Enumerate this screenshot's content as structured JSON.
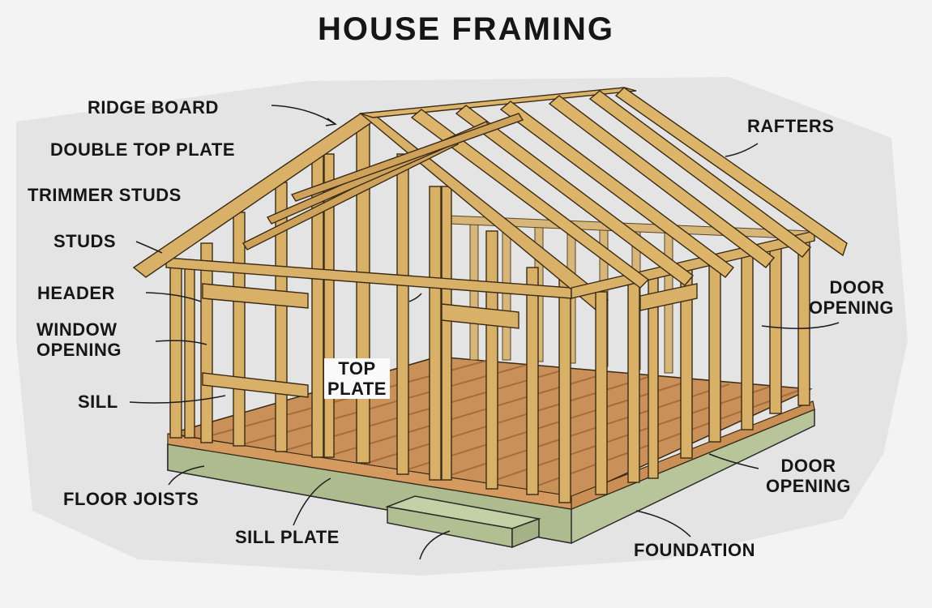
{
  "title": "HOUSE FRAMING",
  "colors": {
    "background": "#f3f3f3",
    "backdrop": "#e4e4e4",
    "lumber": "#d9b067",
    "lumber_dark": "#b98a42",
    "floor_deck": "#c9905a",
    "foundation": "#b8c59a",
    "outline": "#3a2a14",
    "text": "#161616"
  },
  "labels": {
    "ridge_board": "RIDGE BOARD",
    "double_top_plate": "DOUBLE TOP PLATE",
    "trimmer_studs": "TRIMMER STUDS",
    "studs": "STUDS",
    "header": "HEADER",
    "window_opening_1": "WINDOW",
    "window_opening_2": "OPENING",
    "sill": "SILL",
    "top_plate_1": "TOP",
    "top_plate_2": "PLATE",
    "floor_joists": "FLOOR JOISTS",
    "sill_plate": "SILL PLATE",
    "rafters": "RAFTERS",
    "door_opening_upper_1": "DOOR",
    "door_opening_upper_2": "OPENING",
    "door_opening_lower_1": "DOOR",
    "door_opening_lower_2": "OPENING",
    "foundation": "FOUNDATION"
  }
}
